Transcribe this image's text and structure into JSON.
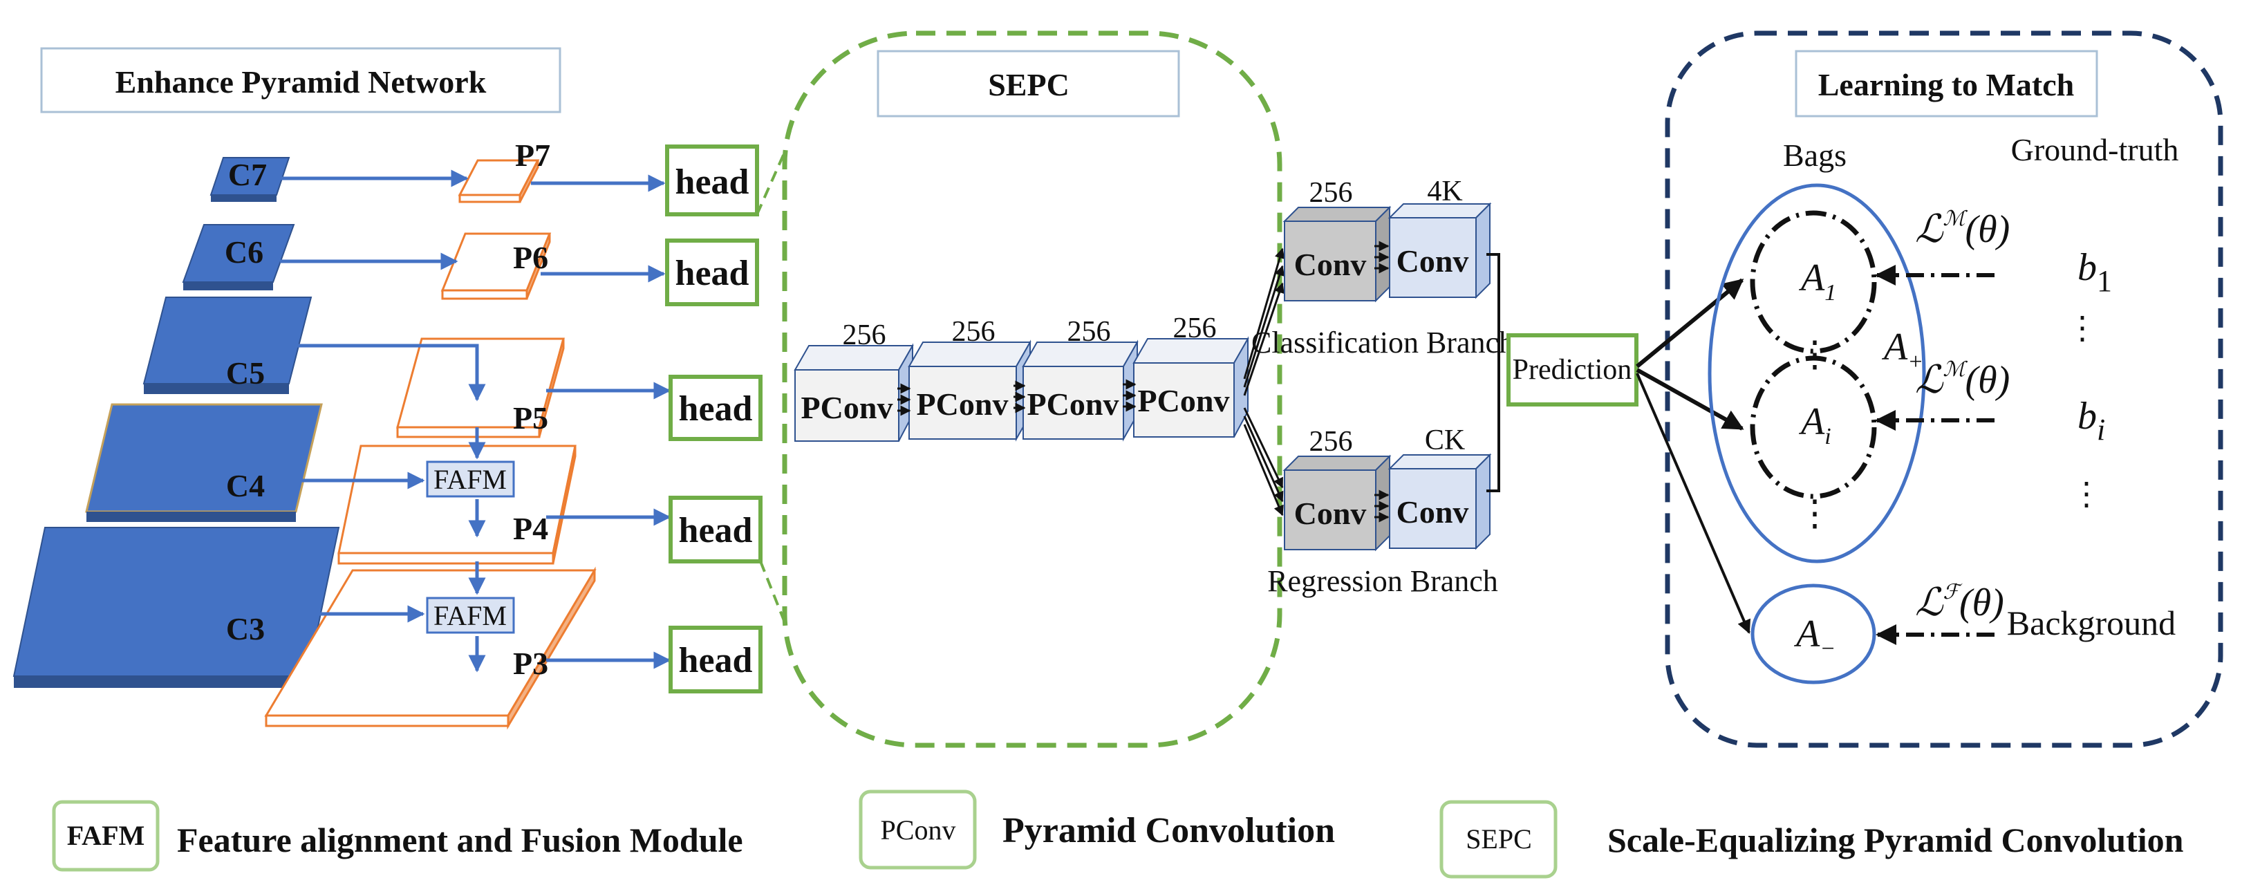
{
  "colors": {
    "dark_blue": "#4472c4",
    "light_blue": "#dae3f3",
    "orange": "#ed7d31",
    "green": "#70ad47",
    "navy": "#1f3864",
    "gray_cube": "#c9c9c9"
  },
  "sections": {
    "pyramid": {
      "title": "Enhance Pyramid Network"
    },
    "sepc": {
      "title": "SEPC"
    },
    "match": {
      "title": "Learning to Match"
    }
  },
  "backbone": [
    "C7",
    "C6",
    "C5",
    "C4",
    "C3"
  ],
  "pyramid_levels": [
    "P7",
    "P6",
    "P5",
    "P4",
    "P3"
  ],
  "fafm_label": "FAFM",
  "head_label": "head",
  "pconv": {
    "label": "PConv",
    "channels": "256"
  },
  "branches": {
    "classification": {
      "title": "Classification Branch",
      "conv1": "Conv",
      "conv1_channels": "256",
      "conv2": "Conv",
      "conv2_channels": "4K"
    },
    "regression": {
      "title": "Regression Branch",
      "conv1": "Conv",
      "conv1_channels": "256",
      "conv2": "Conv",
      "conv2_channels": "CK"
    }
  },
  "prediction_label": "Prediction",
  "matching": {
    "bags": "Bags",
    "ground_truth": "Ground-truth",
    "a1": "A",
    "a1_sub": "1",
    "ai": "A",
    "ai_sub": "i",
    "a_plus": "A",
    "a_plus_sub": "+",
    "a_minus": "A",
    "a_minus_sub": "−",
    "b1": "b",
    "b1_sub": "1",
    "bi": "b",
    "bi_sub": "i",
    "vdots": "⋮",
    "loss_m": "ℒ",
    "loss_m_sup": "ℳ",
    "loss_f": "ℒ",
    "loss_f_sup": "ℱ",
    "theta": "(θ)",
    "background": "Background"
  },
  "legend": [
    {
      "key": "FAFM",
      "text": "Feature alignment and Fusion Module"
    },
    {
      "key": "PConv",
      "text": "Pyramid Convolution"
    },
    {
      "key": "SEPC",
      "text": "Scale-Equalizing Pyramid Convolution"
    }
  ]
}
